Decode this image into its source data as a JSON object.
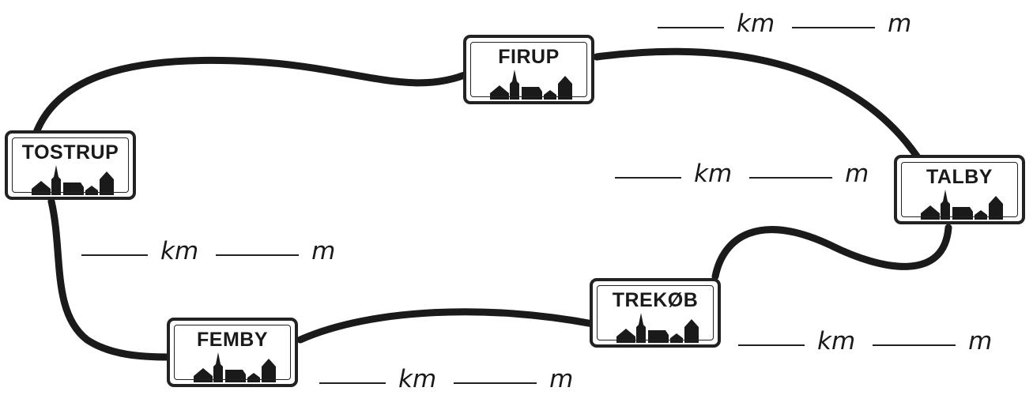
{
  "towns": [
    {
      "id": "firup",
      "name": "FIRUP",
      "icon": "town-silhouette-icon"
    },
    {
      "id": "tostrup",
      "name": "TOSTRUP",
      "icon": "town-silhouette-icon"
    },
    {
      "id": "talby",
      "name": "TALBY",
      "icon": "town-silhouette-icon"
    },
    {
      "id": "trekob",
      "name": "TREKØB",
      "icon": "town-silhouette-icon"
    },
    {
      "id": "femby",
      "name": "FEMBY",
      "icon": "town-silhouette-icon"
    }
  ],
  "distance_blanks": [
    {
      "between": "FIRUP-TALBY",
      "km_label": "km",
      "m_label": "m"
    },
    {
      "between": "TALBY-TREKØB (upper)",
      "km_label": "km",
      "m_label": "m"
    },
    {
      "between": "TOSTRUP-FEMBY",
      "km_label": "km",
      "m_label": "m"
    },
    {
      "between": "TREKØB-TALBY (lower)",
      "km_label": "km",
      "m_label": "m"
    },
    {
      "between": "FEMBY-TREKØB",
      "km_label": "km",
      "m_label": "m"
    }
  ],
  "colors": {
    "road": "#1a1a1a",
    "sign_border": "#222222",
    "background": "#ffffff"
  }
}
